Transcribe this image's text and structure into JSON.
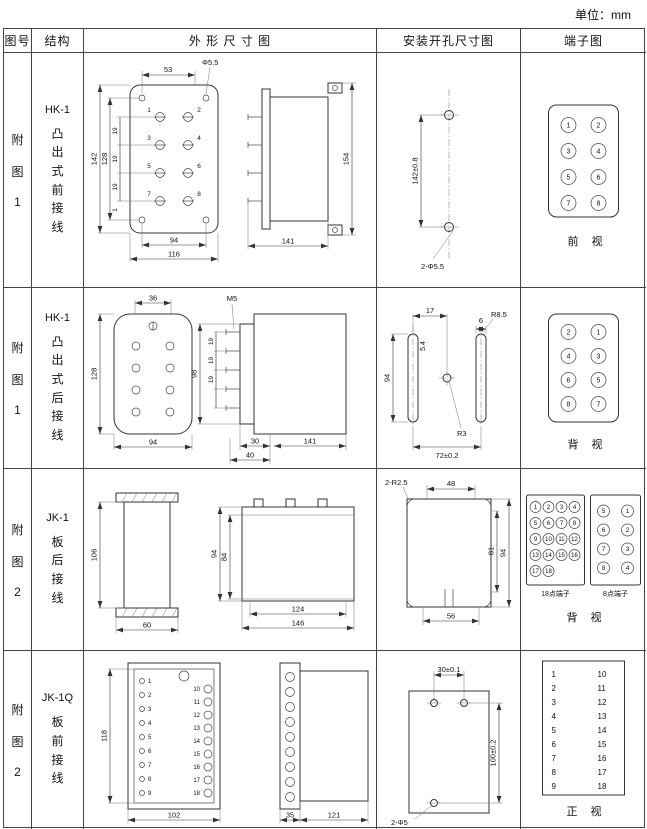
{
  "unit_label": "单位：mm",
  "headers": {
    "fig_no": "图号",
    "structure": "结构",
    "outline": "外 形 尺 寸 图",
    "install": "安装开孔尺寸图",
    "terminal": "端子图"
  },
  "rows": [
    {
      "fig_chars": [
        "附",
        "图",
        "1"
      ],
      "model": "HK-1",
      "structure_chars": [
        "凸",
        "出",
        "式",
        "前",
        "接",
        "线"
      ],
      "outline": {
        "top_width": "53",
        "hole_callout": "Φ5.5",
        "height_outer": "142",
        "height_inner": "128",
        "pitch": [
          "19",
          "19",
          "19",
          "1"
        ],
        "body_width": "94",
        "overall_width": "116",
        "terminals": [
          "1",
          "2",
          "3",
          "4",
          "5",
          "6",
          "7",
          "8"
        ],
        "side_height": "154",
        "side_width": "141"
      },
      "install": {
        "hole_pitch": "142±0.8",
        "hole_callout": "2-Φ5.5"
      },
      "terminal": {
        "grid": [
          [
            "1",
            "2"
          ],
          [
            "3",
            "4"
          ],
          [
            "5",
            "6"
          ],
          [
            "7",
            "8"
          ]
        ],
        "view_label": "前 视"
      }
    },
    {
      "fig_chars": [
        "附",
        "图",
        "1"
      ],
      "model": "HK-1",
      "structure_chars": [
        "凸",
        "出",
        "式",
        "后",
        "接",
        "线"
      ],
      "outline": {
        "top_width": "36",
        "height": "128",
        "width": "94",
        "screw_callout": "M5",
        "side_height": "98",
        "pitch": [
          "19",
          "19",
          "19"
        ],
        "tail_width": "30",
        "base_width": "40",
        "side_width": "141"
      },
      "install": {
        "slot_width": "6",
        "slot_offset": "17",
        "slot_dia": "5.4",
        "slot_length": "94",
        "slot_radius": "R8.5",
        "center_radius": "R3",
        "slot_pitch": "72±0.2"
      },
      "terminal": {
        "grid": [
          [
            "2",
            "1"
          ],
          [
            "4",
            "3"
          ],
          [
            "6",
            "5"
          ],
          [
            "8",
            "7"
          ]
        ],
        "view_label": "背 视"
      }
    },
    {
      "fig_chars": [
        "附",
        "图",
        "2"
      ],
      "model": "JK-1",
      "structure_chars": [
        "板",
        "后",
        "接",
        "线"
      ],
      "outline": {
        "front_height": "106",
        "front_width": "60",
        "side_inner_height": "84",
        "side_height": "94",
        "side_inner_width": "124",
        "side_width": "146"
      },
      "install": {
        "corner_callout": "2-R2.5",
        "top_width": "48",
        "inner_height": "81",
        "height": "94",
        "bottom_width": "56"
      },
      "terminal": {
        "label_18": "18点端子",
        "label_8": "8点端子",
        "grid_18": [
          "1",
          "2",
          "3",
          "4",
          "5",
          "6",
          "7",
          "8",
          "9",
          "10",
          "11",
          "12",
          "13",
          "14",
          "15",
          "16",
          "17",
          "18"
        ],
        "grid_8": [
          [
            "5",
            "1"
          ],
          [
            "6",
            "2"
          ],
          [
            "7",
            "3"
          ],
          [
            "8",
            "4"
          ]
        ],
        "view_label": "背 视"
      }
    },
    {
      "fig_chars": [
        "附",
        "图",
        "2"
      ],
      "model": "JK-1Q",
      "structure_chars": [
        "板",
        "前",
        "接",
        "线"
      ],
      "outline": {
        "front_height": "118",
        "front_width": "102",
        "left_terminals": [
          "1",
          "2",
          "3",
          "4",
          "5",
          "6",
          "7",
          "8",
          "9"
        ],
        "right_terminals": [
          "10",
          "11",
          "12",
          "13",
          "14",
          "15",
          "16",
          "17",
          "18"
        ],
        "side_width_small": "35",
        "side_width": "121"
      },
      "install": {
        "top_pitch": "30±0.1",
        "side_pitch": "100±0.2",
        "hole_callout": "2-Φ5"
      },
      "terminal": {
        "pairs": [
          [
            "1",
            "10"
          ],
          [
            "2",
            "11"
          ],
          [
            "3",
            "12"
          ],
          [
            "4",
            "13"
          ],
          [
            "5",
            "14"
          ],
          [
            "6",
            "15"
          ],
          [
            "7",
            "16"
          ],
          [
            "8",
            "17"
          ],
          [
            "9",
            "18"
          ]
        ],
        "view_label": "正 视"
      }
    }
  ]
}
